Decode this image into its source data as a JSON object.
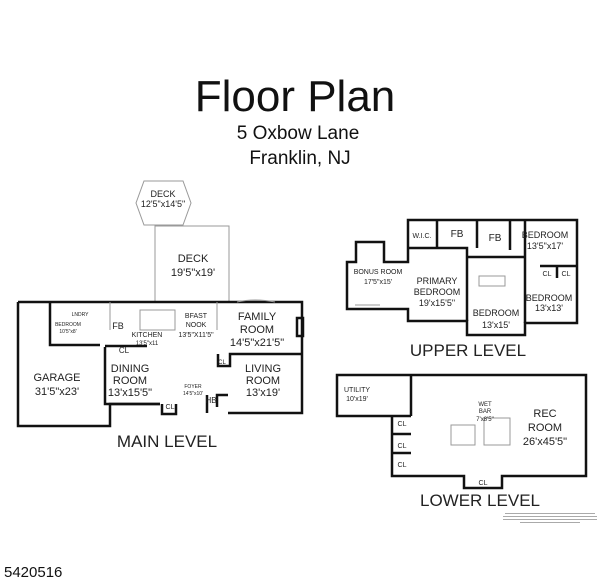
{
  "header": {
    "title": "Floor Plan",
    "address_line1": "5 Oxbow Lane",
    "address_line2": "Franklin, NJ"
  },
  "listing_id": "5420516",
  "main_level": {
    "label": "MAIN LEVEL",
    "deck_small": {
      "name": "DECK",
      "size": "12'5\"x14'5\""
    },
    "deck": {
      "name": "DECK",
      "size": "19'5\"x19'"
    },
    "laundry": "LNDRY",
    "bedroom": {
      "name": "BEDROOM",
      "size": "10'5\"x8'"
    },
    "fb": "FB",
    "kitchen": {
      "name": "KITCHEN",
      "size": "13'5\"x11"
    },
    "bfast": {
      "name1": "BFAST",
      "name2": "NOOK",
      "size": "13'5\"X11'5\""
    },
    "family": {
      "name1": "FAMILY",
      "name2": "ROOM",
      "size": "14'5\"x21'5\""
    },
    "cl": "CL",
    "dining": {
      "name1": "DINING",
      "name2": "ROOM",
      "size": "13'x15'5\""
    },
    "foyer": {
      "name": "FOYER",
      "size": "14'5\"x10'"
    },
    "hb": "HB",
    "living": {
      "name1": "LIVING",
      "name2": "ROOM",
      "size": "13'x19'"
    },
    "garage": {
      "name": "GARAGE",
      "size": "31'5\"x23'"
    }
  },
  "upper_level": {
    "label": "UPPER LEVEL",
    "wic": "W.I.C.",
    "fb": "FB",
    "cl": "CL",
    "bonus": {
      "name": "BONUS ROOM",
      "size": "17'5\"x15'"
    },
    "primary": {
      "name1": "PRIMARY",
      "name2": "BEDROOM",
      "size": "19'x15'5\""
    },
    "bedroom1": {
      "name": "BEDROOM",
      "size": "13'5\"x17'"
    },
    "bedroom2": {
      "name": "BEDROOM",
      "size": "13'x13'"
    },
    "bedroom3": {
      "name": "BEDROOM",
      "size": "13'x15'"
    }
  },
  "lower_level": {
    "label": "LOWER LEVEL",
    "utility": {
      "name": "UTILITY",
      "size": "10'x19'"
    },
    "cl": "CL",
    "wetbar": {
      "name1": "WET",
      "name2": "BAR",
      "size": "7'x8'5\""
    },
    "rec": {
      "name1": "REC",
      "name2": "ROOM",
      "size": "26'x45'5\""
    }
  }
}
